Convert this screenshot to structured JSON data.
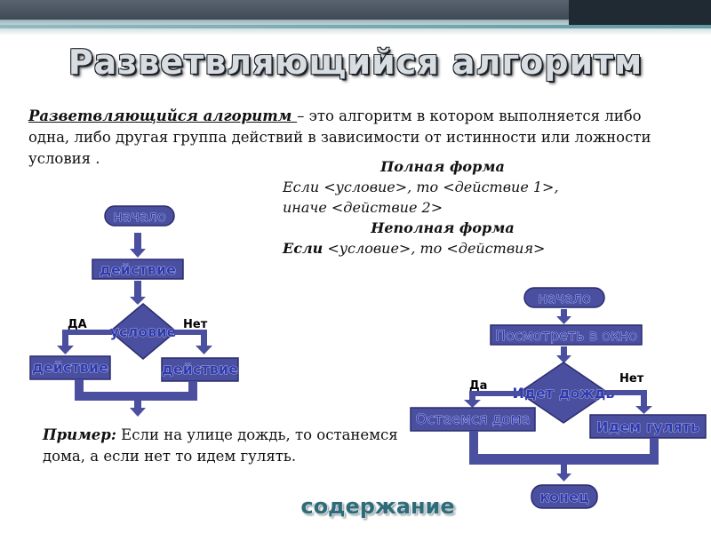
{
  "title": "Разветвляющийся алгоритм",
  "definition": {
    "term": "Разветвляющийся алгоритм ",
    "text": " – это алгоритм в котором выполняется либо одна, либо другая группа действий в зависимости от истинности или ложности условия ."
  },
  "forms": {
    "full_heading": "Полная форма",
    "full_text": "Если <условие>, то <действие 1>, иначе <действие 2>",
    "partial_heading": "Неполная форма",
    "partial_if": "Если",
    "partial_rest": " <условие>, то <действия>"
  },
  "flowchart_left": {
    "start": "начало",
    "action": "действие",
    "condition": "условие",
    "yes": "ДА",
    "no": "Нет",
    "branch_yes": "действие",
    "branch_no": "действие"
  },
  "flowchart_right": {
    "start": "начало",
    "look": "Посмотреть в окно",
    "condition": "Идет дождь",
    "yes": "Да",
    "no": "Нет",
    "branch_yes": "Остаемся дома",
    "branch_no": "Идем гулять",
    "end": "конец"
  },
  "example": {
    "lead": "Пример:",
    "text": " Если на улице дождь, то останемся дома, а если нет то идем гулять."
  },
  "nav": {
    "contents": "содержание"
  },
  "colors": {
    "node_fill": "#4b4fa0",
    "node_stroke": "#2a2d6e",
    "arrow": "#4b4fa0",
    "label_text": "#2e3bb0",
    "nav_text": "#2f6b79"
  }
}
